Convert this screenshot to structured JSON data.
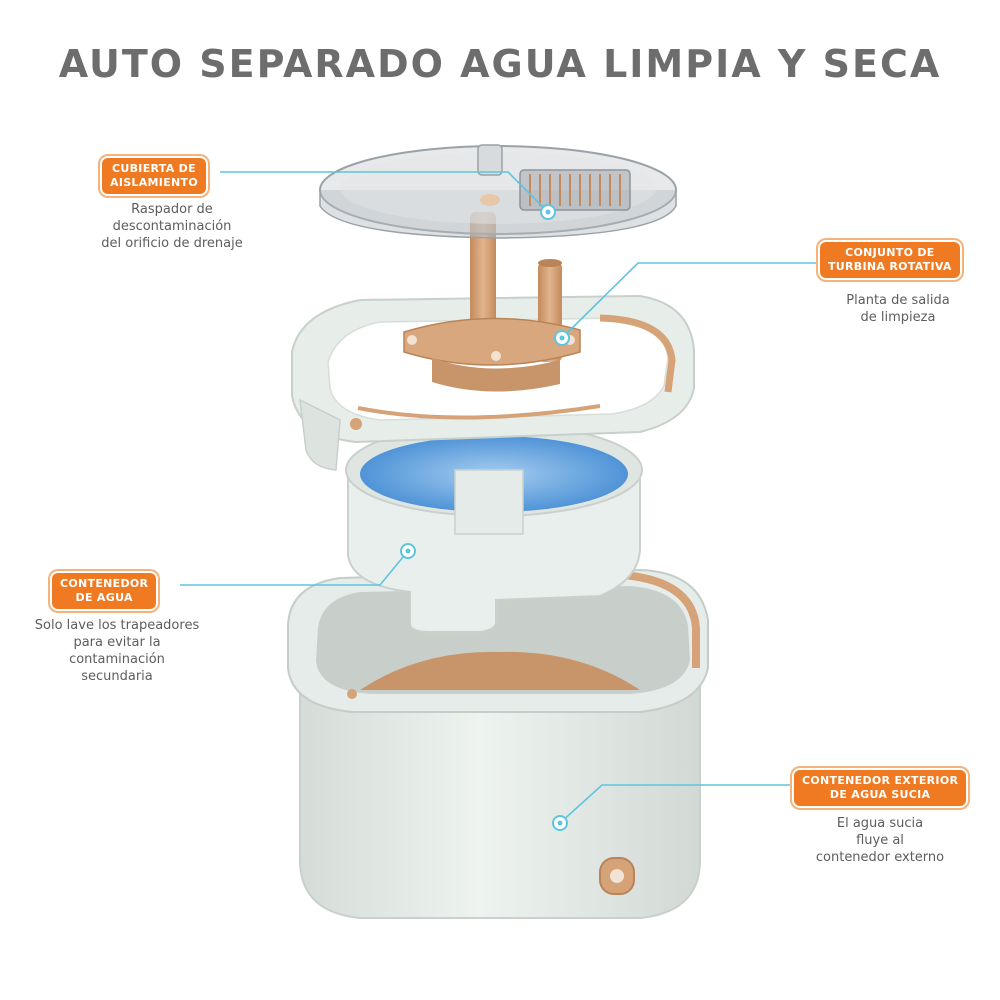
{
  "title": "AUTO SEPARADO AGUA LIMPIA Y SECA",
  "colors": {
    "badge": "#f07a22",
    "callout_line": "#5cc6de",
    "bucket_body": "#e9efec",
    "accent_copper": "#d6a277",
    "water": "#5aa3e0",
    "title_text": "#6d6d6d"
  },
  "callouts": [
    {
      "label_lines": [
        "CUBIERTA DE",
        "AISLAMIENTO"
      ],
      "desc_lines": [
        "Raspador de",
        "descontaminación",
        "del orificio de drenaje"
      ],
      "icon": "target-dot-icon"
    },
    {
      "label_lines": [
        "CONJUNTO DE",
        "TURBINA ROTATIVA"
      ],
      "desc_lines": [
        "Planta de salida",
        "de limpieza"
      ],
      "icon": "target-dot-icon"
    },
    {
      "label_lines": [
        "CONTENEDOR",
        "DE AGUA"
      ],
      "desc_lines": [
        "Solo lave los trapeadores",
        "para evitar la",
        "contaminación",
        "secundaria"
      ],
      "icon": "target-dot-icon"
    },
    {
      "label_lines": [
        "CONTENEDOR EXTERIOR",
        "DE AGUA SUCIA"
      ],
      "desc_lines": [
        "El agua sucia",
        "fluye al",
        "contenedor externo"
      ],
      "icon": "target-dot-icon"
    }
  ]
}
